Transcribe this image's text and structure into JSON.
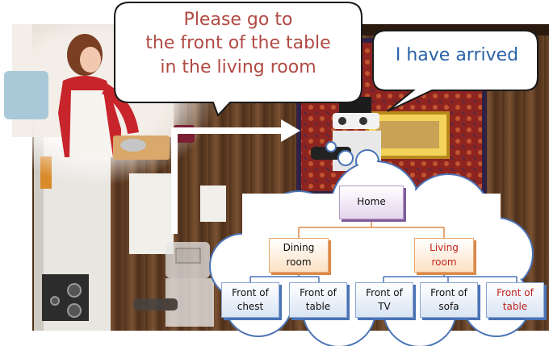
{
  "speech": {
    "request_lines": [
      "Please go to",
      "the front of the table",
      "in the living room"
    ],
    "response": "I have arrived"
  },
  "colors": {
    "request_text": "#b04a43",
    "response_text": "#2a62a8",
    "target_text": "#c0241d"
  },
  "map": {
    "root": "Home",
    "rooms": [
      {
        "label_lines": [
          "Dining",
          "room"
        ],
        "target": false
      },
      {
        "label_lines": [
          "Living",
          "room"
        ],
        "target": true
      }
    ],
    "locations": [
      {
        "label_lines": [
          "Front of",
          "chest"
        ],
        "room": 0,
        "target": false
      },
      {
        "label_lines": [
          "Front of",
          "table"
        ],
        "room": 0,
        "target": false
      },
      {
        "label_lines": [
          "Front of",
          "TV"
        ],
        "room": 1,
        "target": false
      },
      {
        "label_lines": [
          "Front of",
          "sofa"
        ],
        "room": 1,
        "target": false
      },
      {
        "label_lines": [
          "Front of",
          "table"
        ],
        "room": 1,
        "target": true
      }
    ]
  }
}
